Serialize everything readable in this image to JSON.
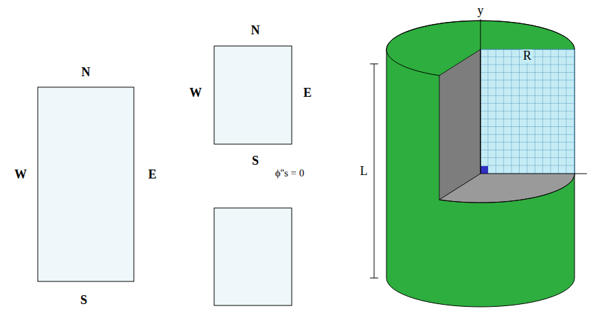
{
  "diagram": {
    "labels": [
      "N",
      "W",
      "E",
      "S",
      "N",
      "W",
      "E",
      "S",
      "ϕ''s = 0",
      "y",
      "R",
      "L"
    ]
  }
}
